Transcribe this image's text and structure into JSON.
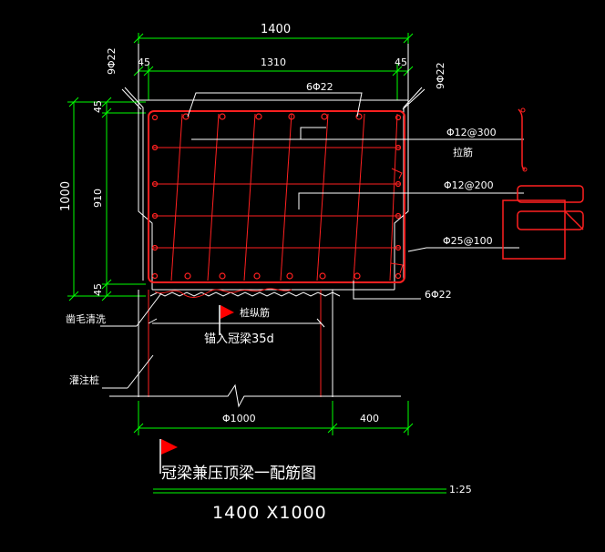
{
  "dimensions": {
    "top_total": "1400",
    "left_cover": "45",
    "middle": "1310",
    "right_cover": "45",
    "left_side_bars": "9Φ22",
    "right_side_bars": "9Φ22",
    "height_total": "1000",
    "height_top_cover": "45",
    "height_middle": "910",
    "height_bottom_cover": "45",
    "pile_diameter": "Φ1000",
    "offset": "400"
  },
  "annotations": {
    "top_bars": "6Φ22",
    "tie_bar": "Φ12@300",
    "tie_label": "拉筋",
    "stirrup_inner": "Φ12@200",
    "stirrup_outer": "Φ25@100",
    "bottom_bars": "6Φ22",
    "rough_surface": "凿毛清洗",
    "longitudinal": "桩纵筋",
    "anchorage": "锚入冠梁35d",
    "pile": "灌注桩"
  },
  "title": {
    "main": "冠梁兼压顶梁一配筋图",
    "scale": "1:25",
    "size": "1400 X1000"
  },
  "colors": {
    "background": "#000000",
    "dimension": "#00ff00",
    "outline": "#ffffff",
    "rebar": "#ff2020",
    "flag": "#ff0000"
  },
  "icons": [
    "flag-icon"
  ]
}
